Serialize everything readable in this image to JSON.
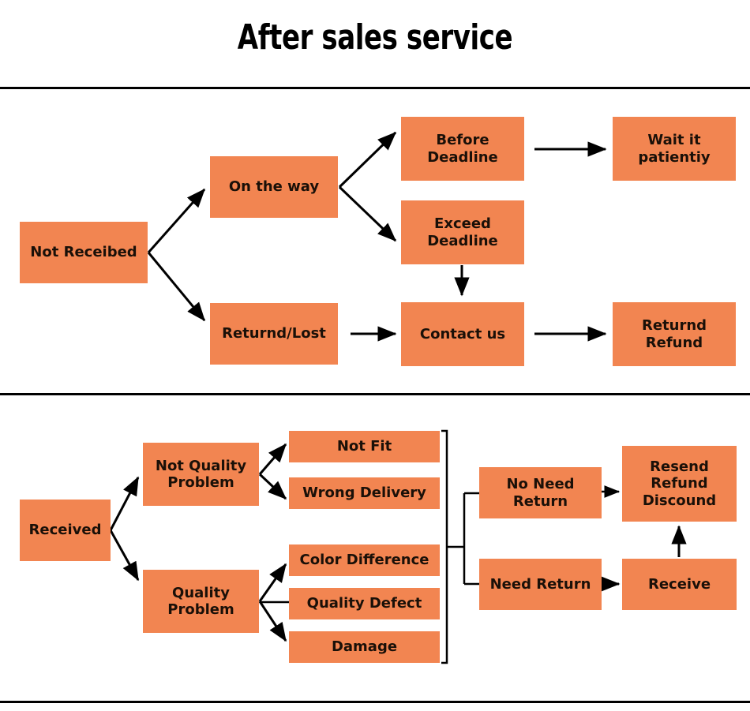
{
  "page": {
    "title": "After sales service",
    "accent_color": "#F28551",
    "line_color": "#000000",
    "background": "#ffffff",
    "text_color": "#1a1008"
  },
  "section_not_received": {
    "nodes": {
      "not_received": "Not Receibed",
      "on_the_way": "On the way",
      "returned_lost": "Returnd/Lost",
      "before_deadline": "Before\nDeadline",
      "exceed_deadline": "Exceed\nDeadline",
      "wait_it_patiently": "Wait it\npatientiy",
      "contact_us": "Contact us",
      "returned_refund": "Returnd\nRefund"
    },
    "edges": [
      {
        "from": "not_received",
        "to": "on_the_way"
      },
      {
        "from": "not_received",
        "to": "returned_lost"
      },
      {
        "from": "on_the_way",
        "to": "before_deadline"
      },
      {
        "from": "on_the_way",
        "to": "exceed_deadline"
      },
      {
        "from": "before_deadline",
        "to": "wait_it_patiently"
      },
      {
        "from": "exceed_deadline",
        "to": "contact_us"
      },
      {
        "from": "returned_lost",
        "to": "contact_us"
      },
      {
        "from": "contact_us",
        "to": "returned_refund"
      }
    ]
  },
  "section_received": {
    "nodes": {
      "received": "Received",
      "not_quality_problem": "Not Quality\nProblem",
      "quality_problem": "Quality\nProblem",
      "not_fit": "Not Fit",
      "wrong_delivery": "Wrong Delivery",
      "color_difference": "Color Difference",
      "quality_defect": "Quality Defect",
      "damage": "Damage",
      "no_need_return": "No Need\nReturn",
      "need_return": "Need Return",
      "resend_refund_discound": "Resend\nRefund\nDiscound",
      "receive": "Receive"
    },
    "edges": [
      {
        "from": "received",
        "to": "not_quality_problem"
      },
      {
        "from": "received",
        "to": "quality_problem"
      },
      {
        "from": "not_quality_problem",
        "to": "not_fit"
      },
      {
        "from": "not_quality_problem",
        "to": "wrong_delivery"
      },
      {
        "from": "quality_problem",
        "to": "color_difference"
      },
      {
        "from": "quality_problem",
        "to": "quality_defect"
      },
      {
        "from": "quality_problem",
        "to": "damage"
      },
      {
        "from": "issues_bracket",
        "to": "no_need_return"
      },
      {
        "from": "issues_bracket",
        "to": "need_return"
      },
      {
        "from": "no_need_return",
        "to": "resend_refund_discound"
      },
      {
        "from": "need_return",
        "to": "receive"
      },
      {
        "from": "receive",
        "to": "resend_refund_discound"
      }
    ]
  }
}
